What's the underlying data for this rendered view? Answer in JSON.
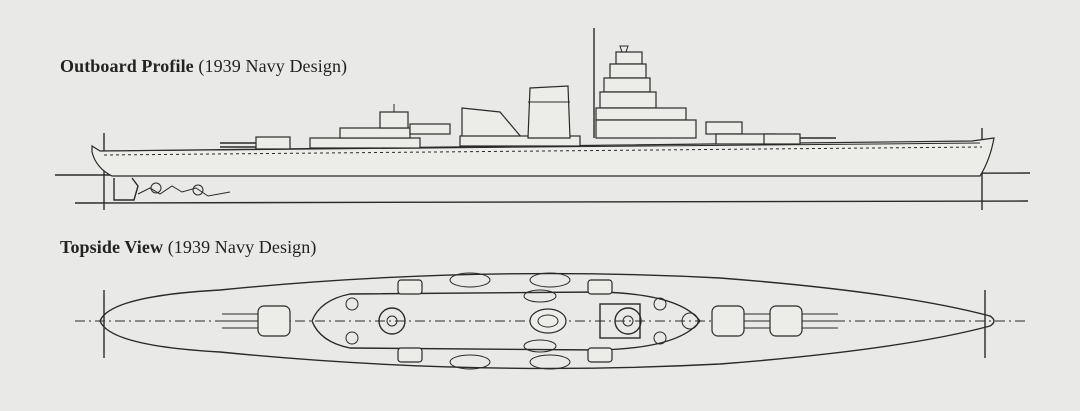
{
  "profile": {
    "title_bold": "Outboard Profile",
    "title_rest": "(1939 Navy Design)"
  },
  "topside": {
    "title_bold": "Topside View",
    "title_rest": "(1939 Navy Design)"
  }
}
